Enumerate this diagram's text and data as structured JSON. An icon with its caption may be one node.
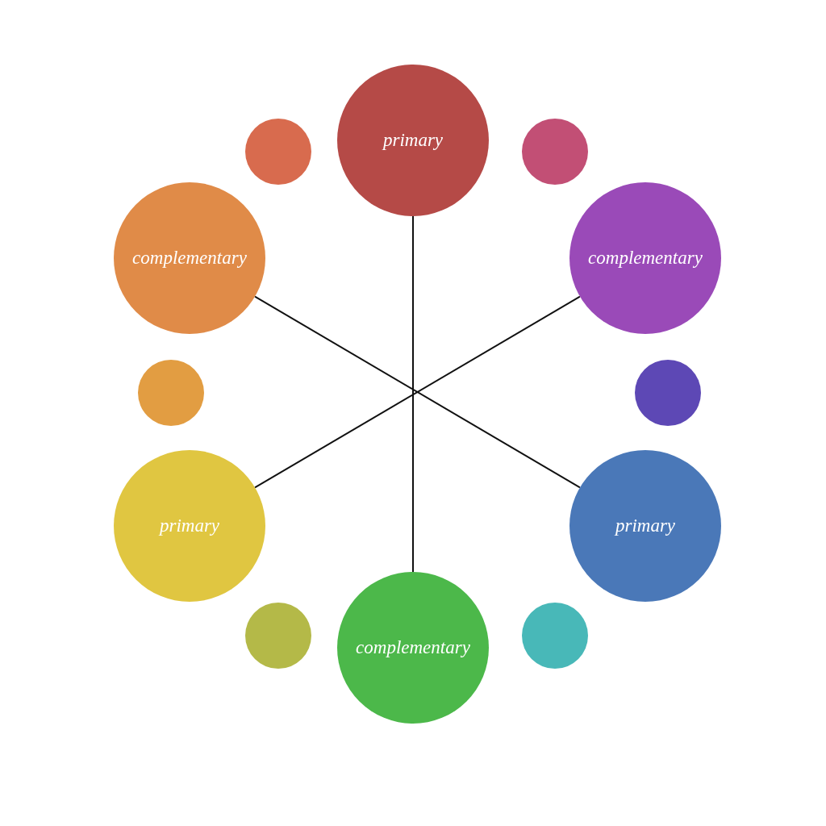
{
  "diagram": {
    "nodes": [
      {
        "text": [
          "primary"
        ]
      },
      {
        "text": [],
        "shape": "circle"
      },
      {
        "text": [],
        "shape": "circle"
      },
      {
        "text": [
          "complementary"
        ]
      },
      {
        "text": [
          "complementary"
        ]
      },
      {
        "text": [],
        "shape": "circle"
      },
      {
        "text": [],
        "shape": "circle"
      },
      {
        "text": [
          "primary"
        ]
      },
      {
        "text": [
          "primary"
        ]
      },
      {
        "text": [],
        "shape": "circle"
      },
      {
        "text": [],
        "shape": "circle"
      },
      {
        "text": [
          "complementary"
        ]
      }
    ],
    "edges": [
      {
        "from": 0,
        "to": 11,
        "arrow": "none"
      },
      {
        "from": 3,
        "to": 8,
        "arrow": "none"
      },
      {
        "from": 4,
        "to": 7,
        "arrow": "none"
      }
    ]
  }
}
